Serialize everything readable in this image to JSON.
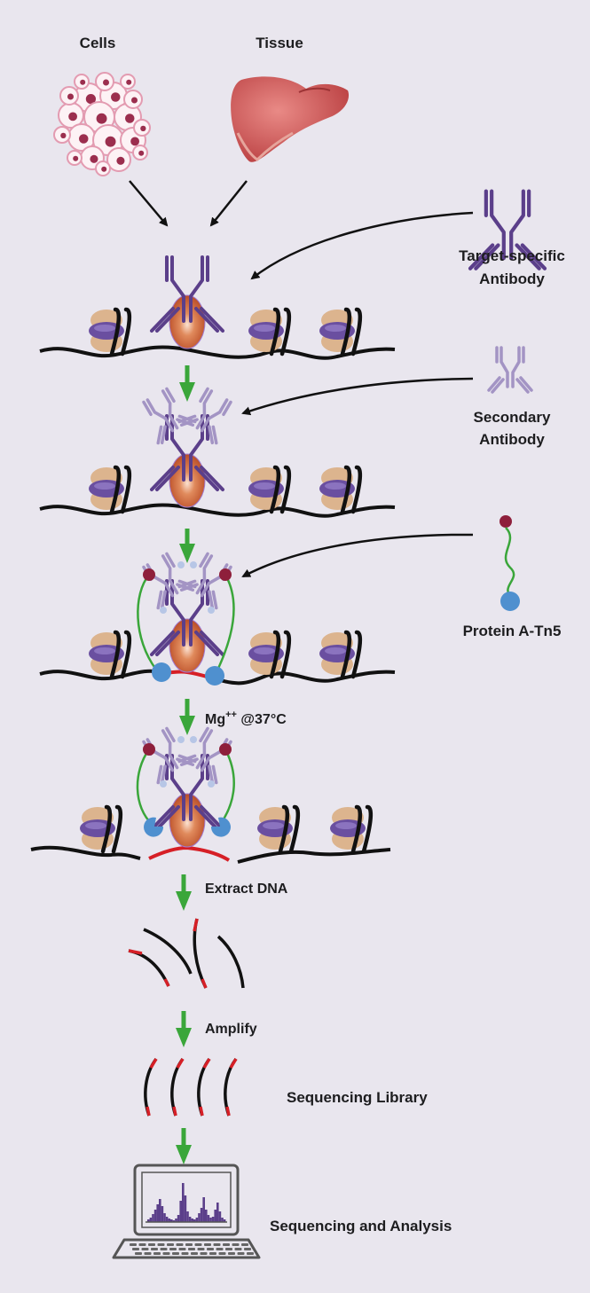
{
  "labels": {
    "cells": "Cells",
    "tissue": "Tissue",
    "target_antibody": [
      "Target-specific",
      "Antibody"
    ],
    "secondary_antibody": [
      "Secondary",
      "Antibody"
    ],
    "protein_a_tn5": "Protein A-Tn5",
    "mg_step": {
      "base": "Mg",
      "sup": "++",
      "rest": " @37°C"
    },
    "extract_dna": "Extract DNA",
    "amplify": "Amplify",
    "sequencing_library": "Sequencing Library",
    "sequencing_analysis": "Sequencing and Analysis"
  },
  "colors": {
    "background": "#e9e6ee",
    "arrow_green": "#3aa63a",
    "antibody_dark": "#5b3f8a",
    "antibody_light": "#a394c4",
    "nucleosome_tan": "#dcb48e",
    "nucleosome_purple": "#6a4fa0",
    "target_protein": "#c2532a",
    "tn5_blue": "#4f90cf",
    "tag_red": "#d61f26",
    "tag_dot": "#8e1f3b",
    "liver": "#c64a4a",
    "dna": "#111111"
  },
  "icons": {
    "cells": "cell-cluster-icon",
    "tissue": "liver-icon",
    "computer": "laptop-icon"
  }
}
